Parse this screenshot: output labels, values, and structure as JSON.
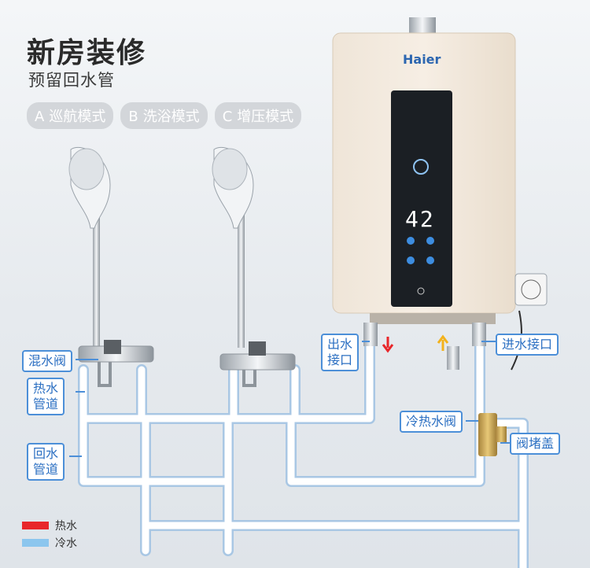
{
  "header": {
    "title": "新房装修",
    "subtitle": "预留回水管"
  },
  "modes": [
    {
      "key": "A",
      "label": "巡航模式"
    },
    {
      "key": "B",
      "label": "洗浴模式"
    },
    {
      "key": "C",
      "label": "增压模式"
    }
  ],
  "heater": {
    "brand": "Haier",
    "display_temp": "42"
  },
  "labels": {
    "mixing_valve": "混水阀",
    "hot_pipe": "热水\n管道",
    "return_pipe": "回水\n管道",
    "outlet": "出水\n接口",
    "inlet": "进水接口",
    "cold_hot_valve": "冷热水阀",
    "cap": "阀堵盖"
  },
  "legend": [
    {
      "label": "热水",
      "color": "#e8262a"
    },
    {
      "label": "冷水",
      "color": "#8cc6ee"
    }
  ],
  "colors": {
    "pipe": "#ffffff",
    "pipe_edge": "#a9c7e4",
    "callout": "#4c8fd8",
    "hot": "#e8262a",
    "cold": "#8cc6ee"
  }
}
